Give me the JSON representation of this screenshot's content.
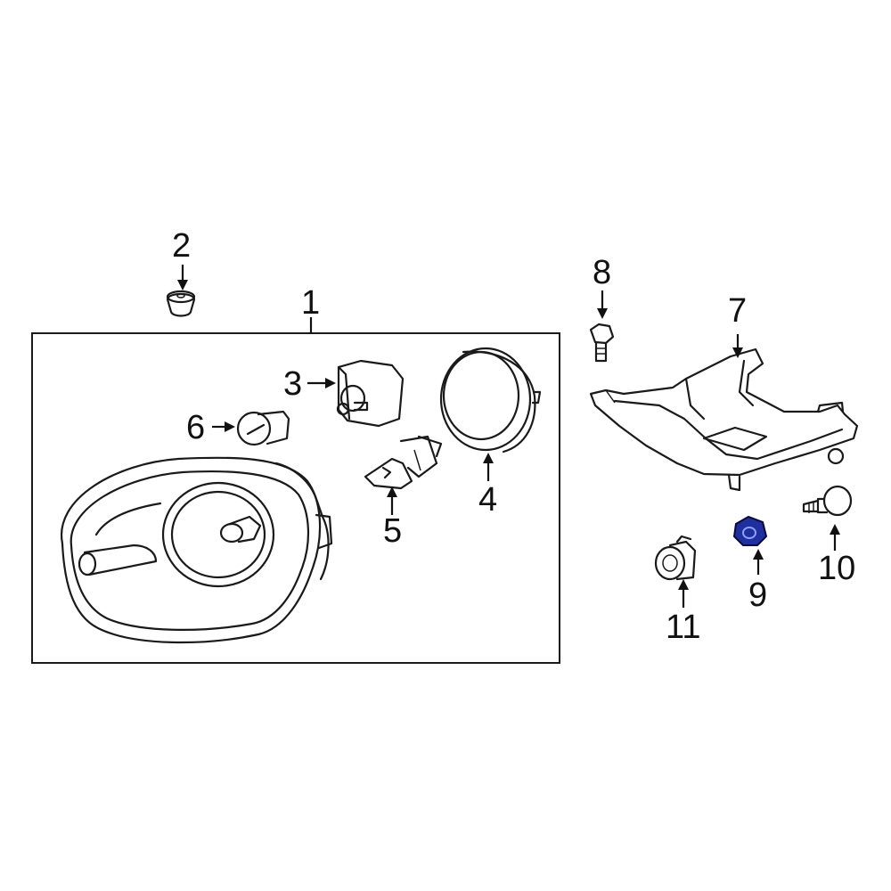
{
  "callouts": {
    "c1": "1",
    "c2": "2",
    "c3": "3",
    "c4": "4",
    "c5": "5",
    "c6": "6",
    "c7": "7",
    "c8": "8",
    "c9": "9",
    "c10": "10",
    "c11": "11"
  },
  "colors": {
    "highlight": "#1f2f9e",
    "line": "#1a1a1a"
  }
}
